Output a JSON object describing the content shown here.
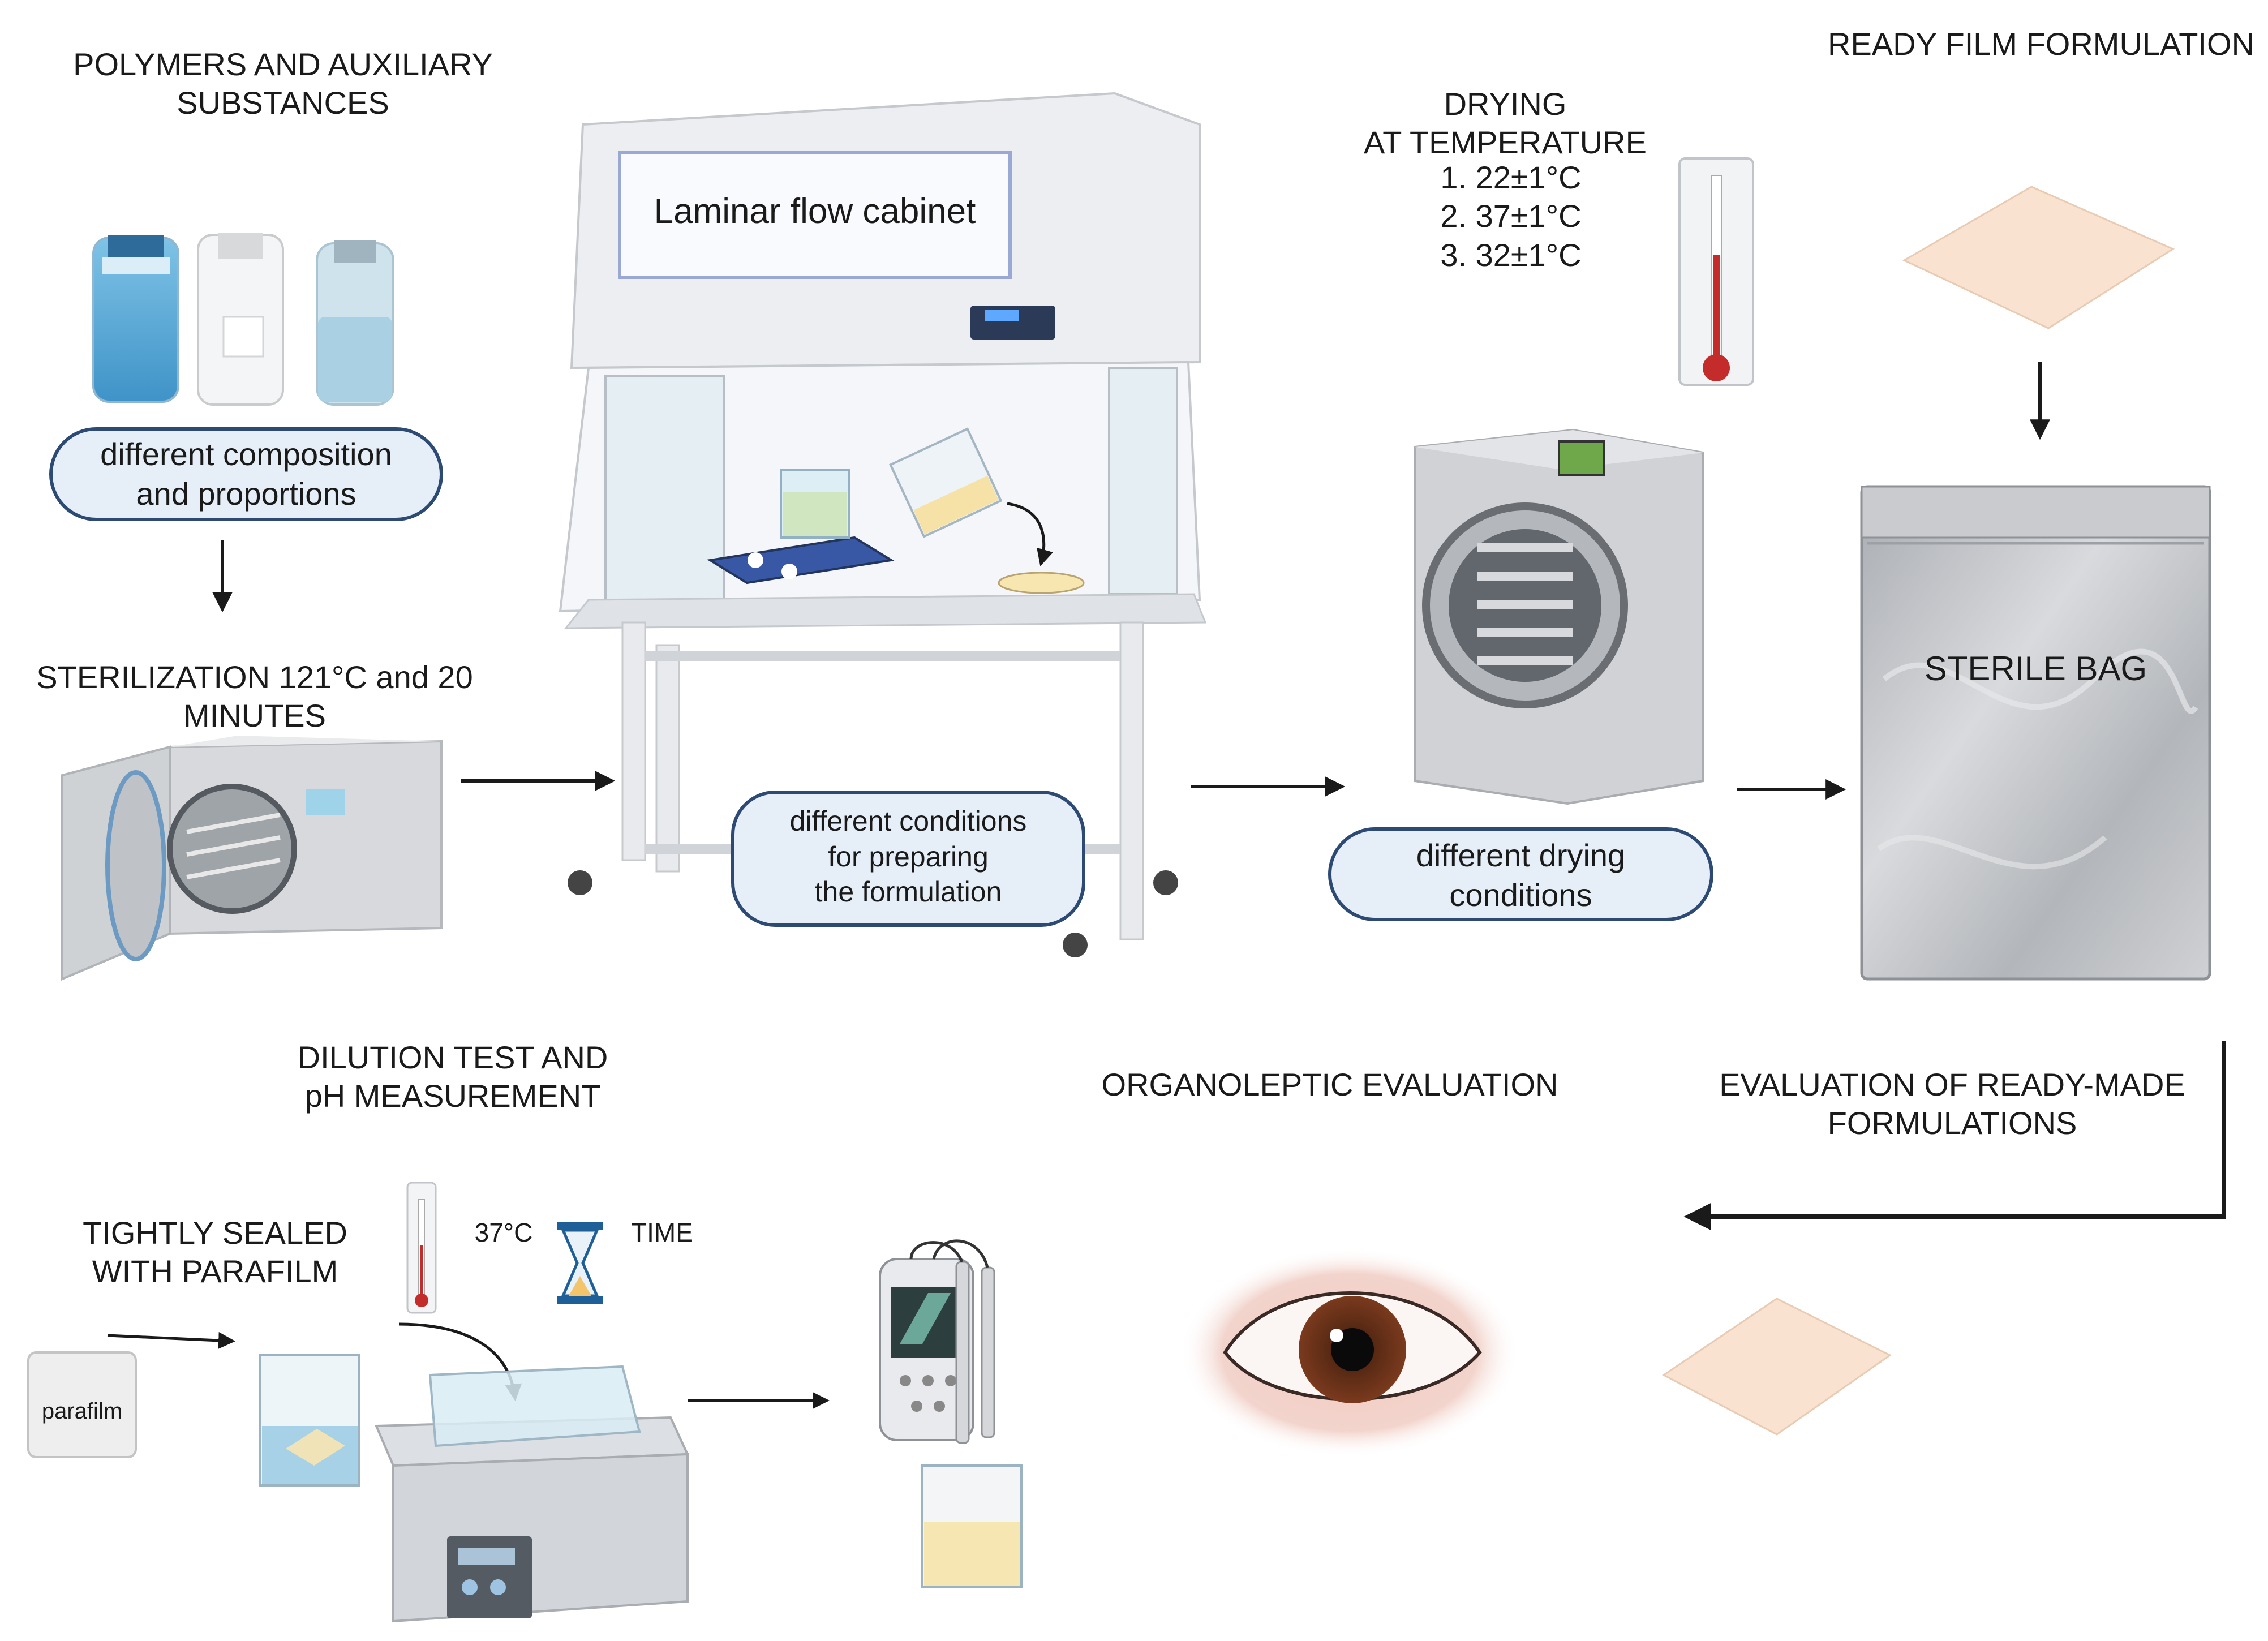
{
  "labels": {
    "polymers": [
      "POLYMERS AND AUXILIARY",
      "SUBSTANCES"
    ],
    "composition": [
      "different composition",
      "and proportions"
    ],
    "sterilization": [
      "STERILIZATION 121°C and 20",
      "MINUTES"
    ],
    "cabinet": "Laminar flow cabinet",
    "preparing": [
      "different conditions",
      "for preparing",
      "the formulation"
    ],
    "drying_title": [
      "DRYING",
      "AT TEMPERATURE"
    ],
    "drying_temps": [
      "1.  22±1°C",
      "2. 37±1°C",
      "3. 32±1°C"
    ],
    "drying_conditions": [
      "different drying",
      "conditions"
    ],
    "ready_film": "READY FILM FORMULATION",
    "sterile_bag": "STERILE BAG",
    "evaluation": [
      "EVALUATION OF READY-MADE",
      "FORMULATIONS"
    ],
    "organoleptic": "ORGANOLEPTIC EVALUATION",
    "dilution": [
      "DILUTION TEST AND",
      "pH MEASUREMENT"
    ],
    "sealed": [
      "TIGHTLY SEALED",
      "WITH PARAFILM"
    ],
    "temp_37": "37°C",
    "time": "TIME",
    "parafilm": "parafilm"
  },
  "colors": {
    "pill_fill": "#e6eef8",
    "pill_stroke": "#2c4a73",
    "arrow": "#1a1a1a",
    "film": "#f9e2cf",
    "bag": "#b9bcc0",
    "cabinet": "#e9ebef",
    "cabinet_label_border": "#9aa9d4"
  },
  "icons": [
    "bottle-icon",
    "autoclave-icon",
    "laminar-cabinet-icon",
    "stirrer-icon",
    "beaker-icon",
    "thermometer-icon",
    "freeze-dryer-icon",
    "film-icon",
    "sterile-bag-icon",
    "eye-icon",
    "water-bath-icon",
    "ph-meter-icon",
    "hourglass-icon",
    "parafilm-icon"
  ]
}
